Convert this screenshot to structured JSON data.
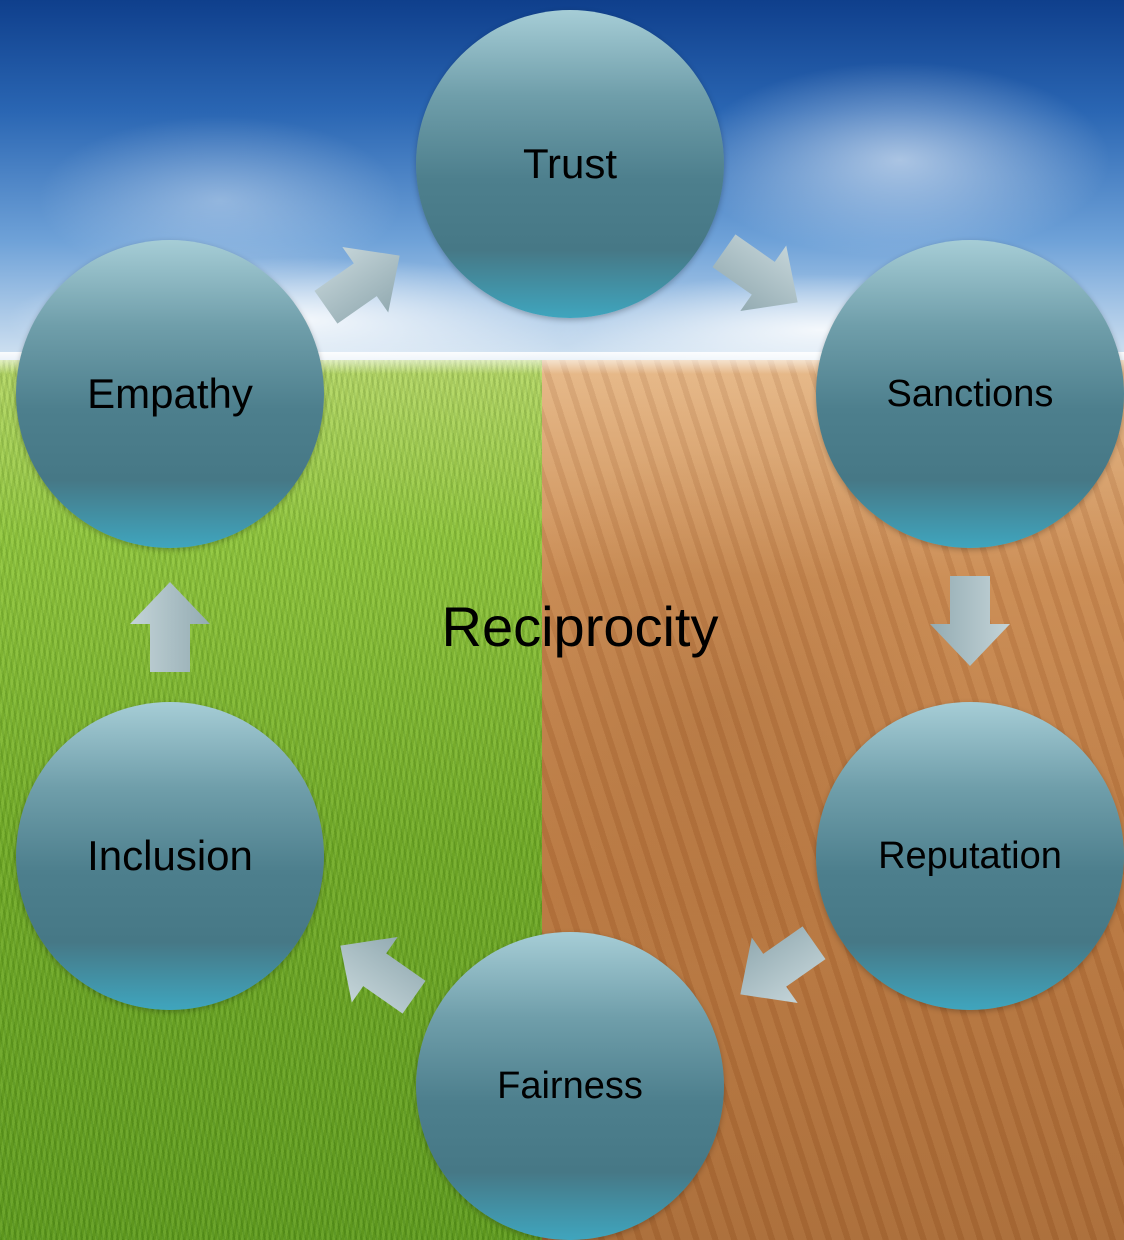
{
  "diagram": {
    "center": "Reciprocity",
    "nodes": [
      {
        "label": "Trust"
      },
      {
        "label": "Sanctions"
      },
      {
        "label": "Reputation"
      },
      {
        "label": "Fairness"
      },
      {
        "label": "Inclusion"
      },
      {
        "label": "Empathy"
      }
    ],
    "arrow_direction": "clockwise",
    "colors": {
      "node_top": "#a6cdd6",
      "node_mid": "#4d7f8d",
      "node_bottom": "#3fa5be",
      "arrow": "#a8bec4"
    }
  }
}
